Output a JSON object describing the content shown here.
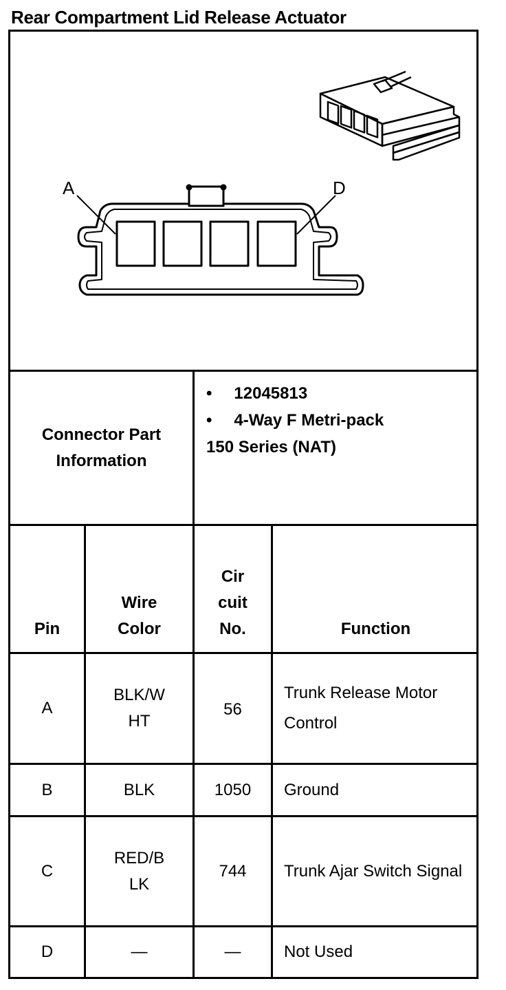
{
  "title": "Rear Compartment Lid Release Actuator",
  "diagram": {
    "pin_labels": {
      "left": "A",
      "right": "D"
    },
    "cavity_count": 4,
    "icons": [
      "connector-face-view",
      "connector-3d-view"
    ]
  },
  "connector_info": {
    "label": "Connector Part Information",
    "bullets": [
      "12045813",
      "4-Way F Metri-pack"
    ],
    "continuation": "150 Series (NAT)"
  },
  "table": {
    "headers": {
      "pin": "Pin",
      "wire_color": "Wire Color",
      "circuit": "Cir cuit No.",
      "function": "Function"
    },
    "rows": [
      {
        "pin": "A",
        "wire_color": "BLK/W HT",
        "circuit": "56",
        "function": "Trunk Release Motor Control"
      },
      {
        "pin": "B",
        "wire_color": "BLK",
        "circuit": "1050",
        "function": "Ground"
      },
      {
        "pin": "C",
        "wire_color": "RED/B LK",
        "circuit": "744",
        "function": "Trunk Ajar Switch Signal"
      },
      {
        "pin": "D",
        "wire_color": "—",
        "circuit": "—",
        "function": "Not Used"
      }
    ]
  }
}
